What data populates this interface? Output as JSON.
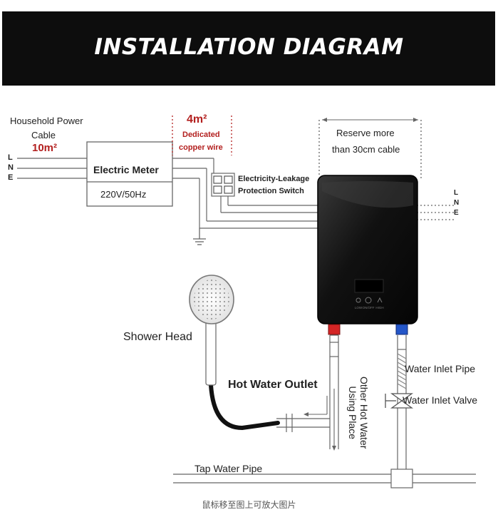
{
  "banner": {
    "title": "INSTALLATION DIAGRAM"
  },
  "power": {
    "household_line1": "Household Power",
    "household_line2": "Cable",
    "household_size": "10m²",
    "dedicated_size": "4m²",
    "dedicated_line1": "Dedicated",
    "dedicated_line2": "copper wire",
    "lines": [
      "L",
      "N",
      "E"
    ]
  },
  "meter": {
    "title": "Electric Meter",
    "rating": "220V/50Hz"
  },
  "switch": {
    "line1": "Electricity-Leakage",
    "line2": "Protection Switch"
  },
  "reserve": {
    "line1": "Reserve more",
    "line2": "than 30cm cable"
  },
  "heater": {
    "controls": [
      "LOW",
      "ON/OFF",
      "HIGH"
    ]
  },
  "labels": {
    "shower_head": "Shower Head",
    "hot_water_outlet": "Hot Water Outlet",
    "other_hot_water_1": "Other Hot Water",
    "other_hot_water_2": "Using Place",
    "water_inlet_pipe": "Water Inlet Pipe",
    "water_inlet_valve": "Water Inlet Valve",
    "tap_water_pipe": "Tap Water Pipe"
  },
  "caption": "鼠标移至图上可放大图片",
  "colors": {
    "hot_connector": "#d42525",
    "cold_connector": "#2456c8",
    "dimension_red": "#b3201f"
  }
}
